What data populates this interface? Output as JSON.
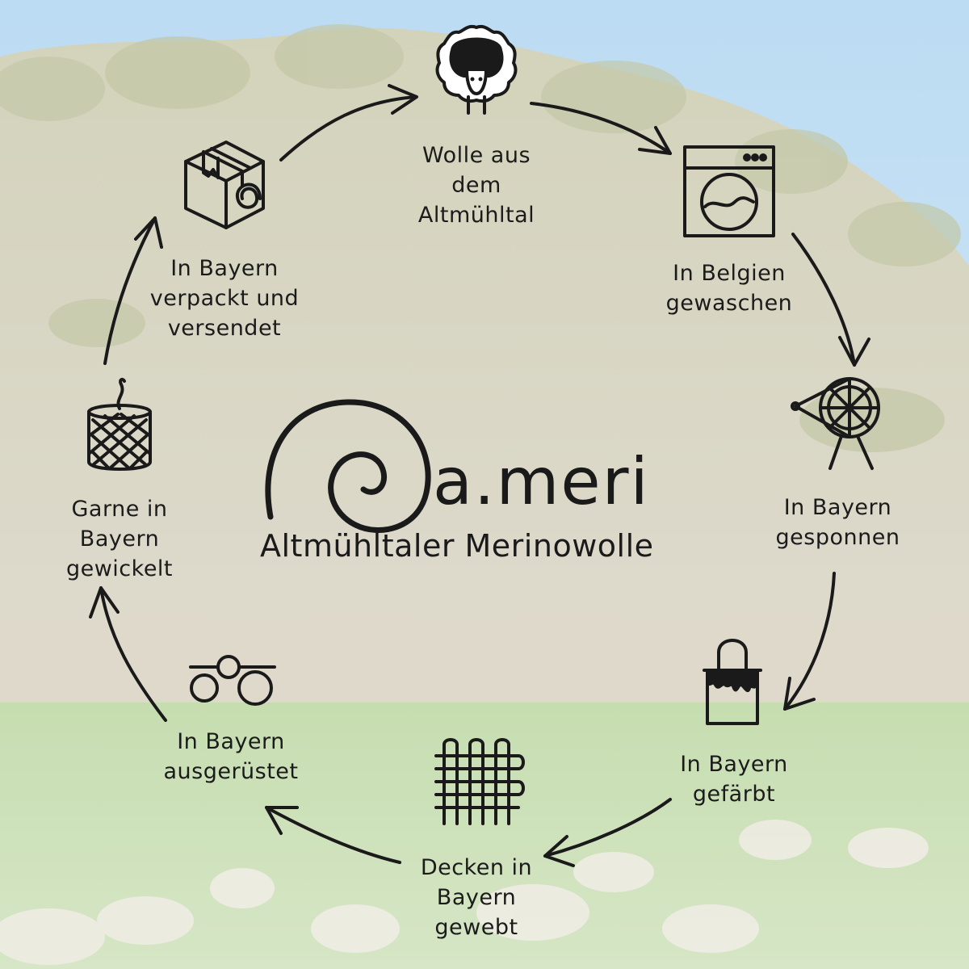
{
  "brand": {
    "name": "a.meri",
    "tagline": "Altmühltaler Merinowolle"
  },
  "steps": [
    {
      "lines": [
        "Wolle aus",
        "dem",
        "Altmühltal"
      ],
      "icon": "sheep-icon"
    },
    {
      "lines": [
        "In Belgien",
        "gewaschen"
      ],
      "icon": "washing-machine-icon"
    },
    {
      "lines": [
        "In Bayern",
        "gesponnen"
      ],
      "icon": "spinning-wheel-icon"
    },
    {
      "lines": [
        "In Bayern",
        "gefärbt"
      ],
      "icon": "paint-bucket-icon"
    },
    {
      "lines": [
        "Decken in",
        "Bayern",
        "gewebt"
      ],
      "icon": "woven-fabric-icon"
    },
    {
      "lines": [
        "In Bayern",
        "ausgerüstet"
      ],
      "icon": "rollers-icon"
    },
    {
      "lines": [
        "Garne in",
        "Bayern",
        "gewickelt"
      ],
      "icon": "yarn-spool-icon"
    },
    {
      "lines": [
        "In Bayern",
        "verpackt und",
        "versendet"
      ],
      "icon": "package-icon"
    }
  ],
  "colors": {
    "ink": "#1a1a1a",
    "sky": "#cfe4f3",
    "hill": "#d9d6c6",
    "meadow": "#c9ddb4"
  }
}
